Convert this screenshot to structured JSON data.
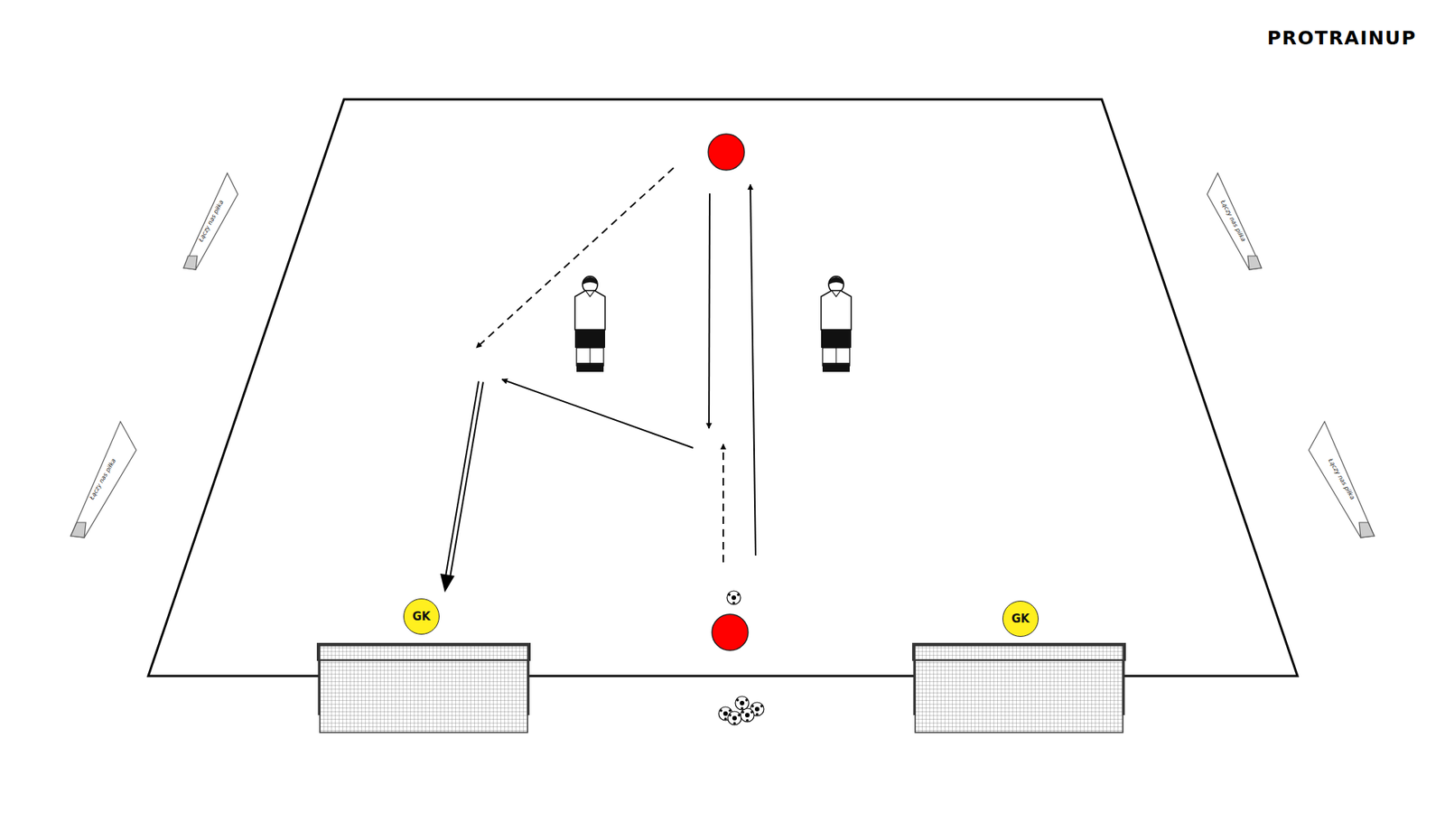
{
  "diagram": {
    "nodes": [
      {
        "text": [
          "GK"
        ]
      },
      {
        "text": [
          "GK"
        ]
      }
    ],
    "labels": [
      "PROTRAINUP",
      "Łączy nas piłka",
      "Łączy nas piłka",
      "Łączy nas piłka",
      "Łączy nas piłka"
    ]
  }
}
